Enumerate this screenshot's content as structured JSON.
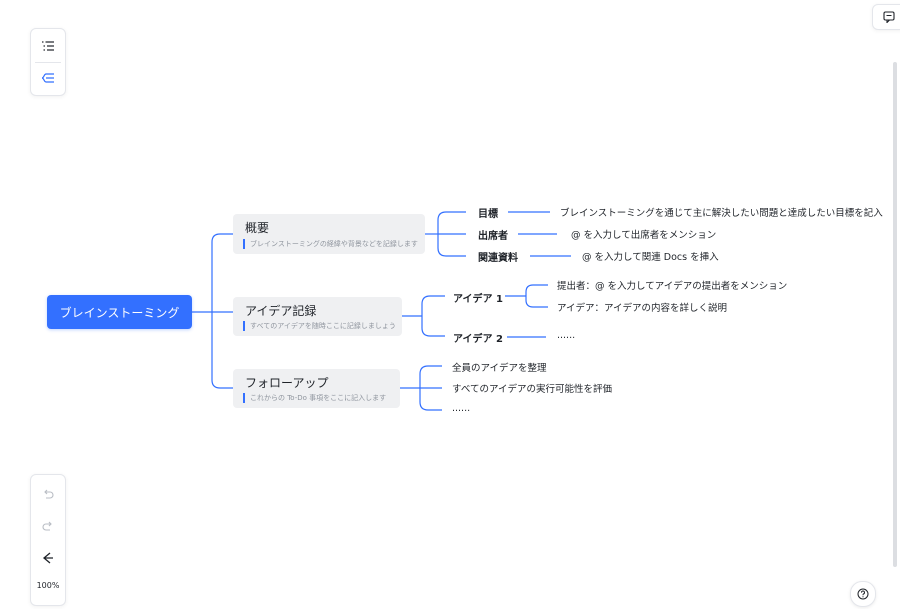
{
  "toolbar": {
    "outline_icon": "list-icon",
    "mindmap_icon": "mindmap-layout-icon"
  },
  "history": {
    "undo_icon": "undo-icon",
    "redo_icon": "redo-icon",
    "back_icon": "back-arrow-icon",
    "zoom": "100%"
  },
  "corner": {
    "comment_icon": "comment-icon",
    "help_icon": "help-icon"
  },
  "colors": {
    "root_bg": "#3370ff",
    "branch_bg": "#eff0f2",
    "line": "#3370ff",
    "accent": "#3370ff"
  },
  "mindmap": {
    "root": "ブレインストーミング",
    "branches": [
      {
        "title": "概要",
        "note": "ブレインストーミングの経緯や背景などを記録します",
        "children": [
          {
            "label": "目標",
            "detail": "ブレインストーミングを通じて主に解決したい問題と達成したい目標を記入"
          },
          {
            "label": "出席者",
            "detail": "@ を入力して出席者をメンション"
          },
          {
            "label": "関連資料",
            "detail": "@ を入力して関連 Docs を挿入"
          }
        ]
      },
      {
        "title": "アイデア記録",
        "note": "すべてのアイデアを随時ここに記録しましょう",
        "children": [
          {
            "label": "アイデア 1",
            "details": [
              "提出者：@ を入力してアイデアの提出者をメンション",
              "アイデア：アイデアの内容を詳しく説明"
            ]
          },
          {
            "label": "アイデア 2",
            "detail": "......"
          }
        ]
      },
      {
        "title": "フォローアップ",
        "note": "これからの To-Do 事項をここに記入します",
        "children": [
          {
            "label": "全員のアイデアを整理"
          },
          {
            "label": "すべてのアイデアの実行可能性を評価"
          },
          {
            "label": "......"
          }
        ]
      }
    ]
  }
}
